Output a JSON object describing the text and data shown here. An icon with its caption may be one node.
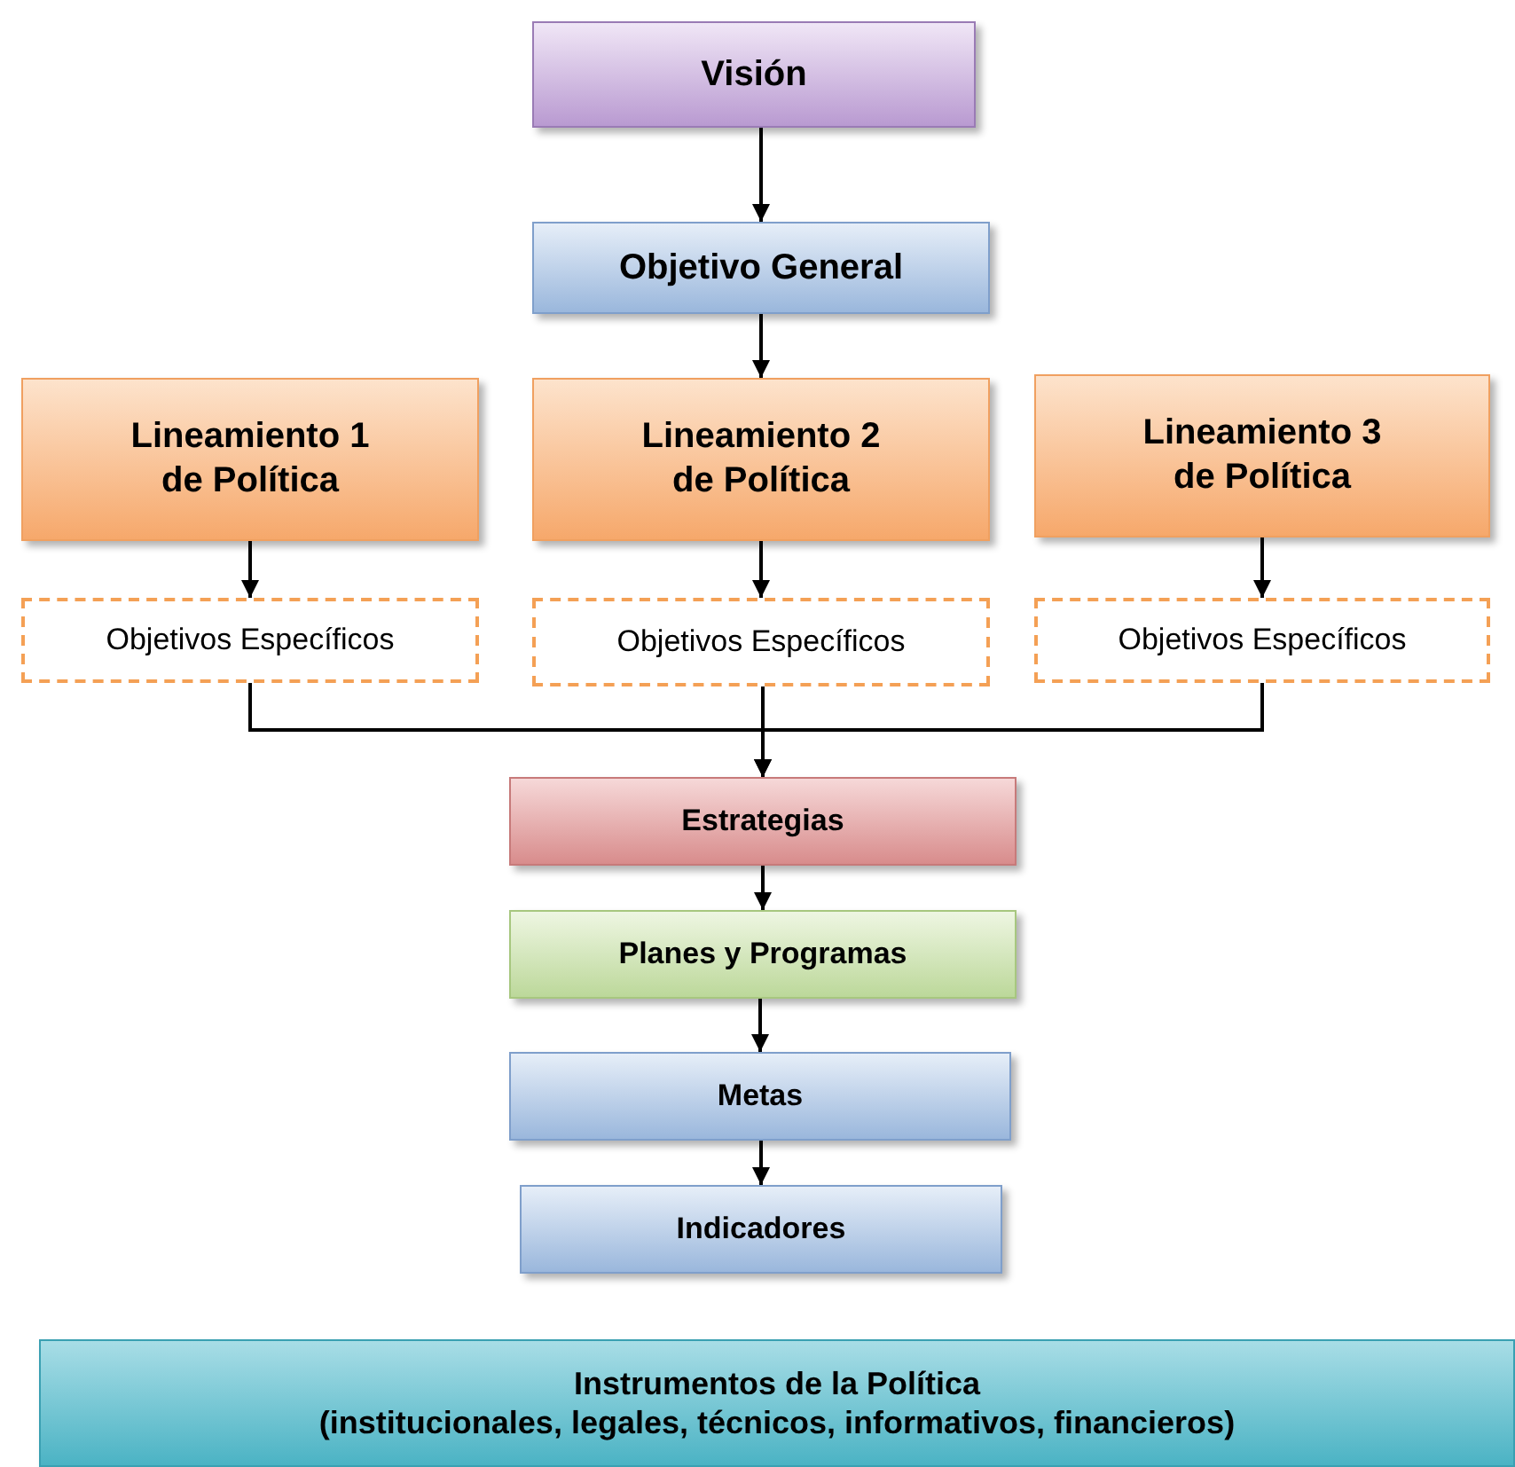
{
  "diagram": {
    "nodes": [
      {
        "text": [
          "Visión"
        ]
      },
      {
        "text": [
          "Objetivo General"
        ]
      },
      {
        "text": [
          "Lineamiento 1 de Política"
        ]
      },
      {
        "text": [
          "Lineamiento 2 de Política"
        ]
      },
      {
        "text": [
          "Lineamiento 3 de Política"
        ]
      },
      {
        "text": [
          "Objetivos Específicos"
        ]
      },
      {
        "text": [
          "Objetivos Específicos"
        ]
      },
      {
        "text": [
          "Objetivos Específicos"
        ]
      },
      {
        "text": [
          "Estrategias"
        ]
      },
      {
        "text": [
          "Planes y Programas"
        ]
      },
      {
        "text": [
          "Metas"
        ]
      },
      {
        "text": [
          "Indicadores"
        ]
      },
      {
        "text": [
          "Instrumentos de la Política",
          "(institucionales, legales, técnicos, informativos, financieros)"
        ]
      }
    ],
    "edges": [
      {
        "from": 0,
        "to": 1,
        "arrow": "to"
      },
      {
        "from": 1,
        "to": 3,
        "arrow": "to"
      },
      {
        "from": 2,
        "to": 5,
        "arrow": "to"
      },
      {
        "from": 3,
        "to": 6,
        "arrow": "to"
      },
      {
        "from": 4,
        "to": 7,
        "arrow": "to"
      },
      {
        "from": 5,
        "to": 8,
        "arrow": "to"
      },
      {
        "from": 6,
        "to": 8,
        "arrow": "to"
      },
      {
        "from": 7,
        "to": 8,
        "arrow": "to"
      },
      {
        "from": 8,
        "to": 9,
        "arrow": "to"
      },
      {
        "from": 9,
        "to": 10,
        "arrow": "to"
      },
      {
        "from": 10,
        "to": 11,
        "arrow": "to"
      }
    ]
  }
}
